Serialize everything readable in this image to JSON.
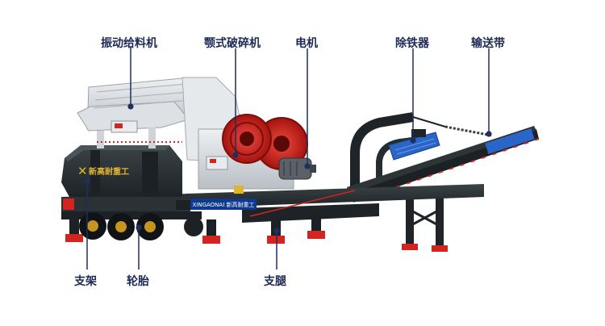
{
  "labels": {
    "vibrating_feeder": "振动给料机",
    "jaw_crusher": "颚式破碎机",
    "motor": "电机",
    "iron_remover": "除铁器",
    "conveyor": "输送带",
    "support_frame": "支架",
    "tires": "轮胎",
    "support_legs": "支腿"
  },
  "branding": {
    "logo_text": "新高耐重工",
    "plate_text": "XINGAONAI 新高耐重工"
  },
  "colors": {
    "frame": "#2a3236",
    "frame_dark": "#171c1f",
    "accent_red": "#d3241f",
    "steel": "#c9ced3",
    "steel_light": "#e9ecef",
    "magnet_blue": "#2a66c8",
    "label": "#1c2a55",
    "leader": "#1f2e5c"
  }
}
